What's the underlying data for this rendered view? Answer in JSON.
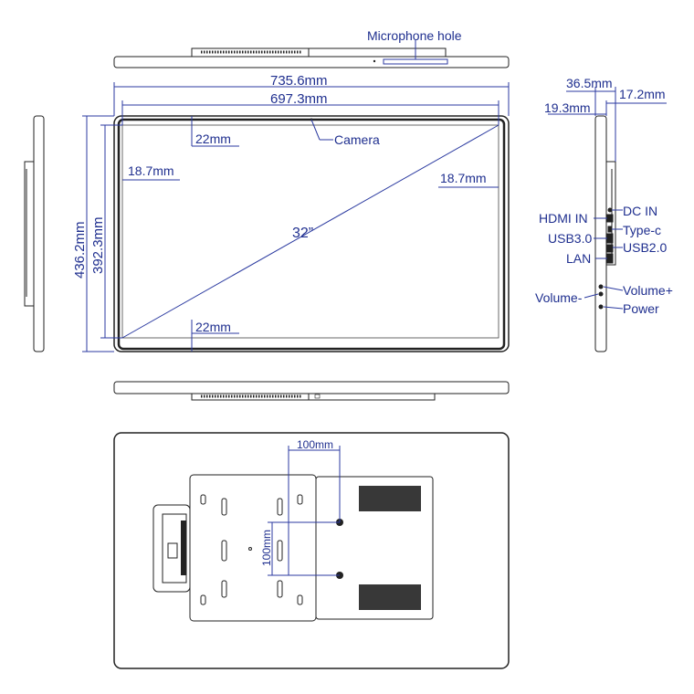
{
  "labels": {
    "microphone": "Microphone hole",
    "width_total": "735.6mm",
    "width_active": "697.3mm",
    "top_border": "22mm",
    "camera": "Camera",
    "left_border": "18.7mm",
    "right_border": "18.7mm",
    "diagonal": "32”",
    "bottom_border": "22mm",
    "height_total": "436.2mm",
    "height_active": "392.3mm",
    "depth_total": "36.5mm",
    "depth_panel": "19.3mm",
    "depth_side": "17.2mm",
    "hdmi": "HDMI IN",
    "dcin": "DC IN",
    "typec": "Type-c",
    "usb3": "USB3.0",
    "usb2": "USB2.0",
    "lan": "LAN",
    "volume_down": "Volume-",
    "volume_up": "Volume+",
    "power": "Power",
    "vesa_h": "100mm",
    "vesa_v": "100mm"
  },
  "colors": {
    "dimension": "#1f2f8f",
    "outline": "#222222"
  }
}
